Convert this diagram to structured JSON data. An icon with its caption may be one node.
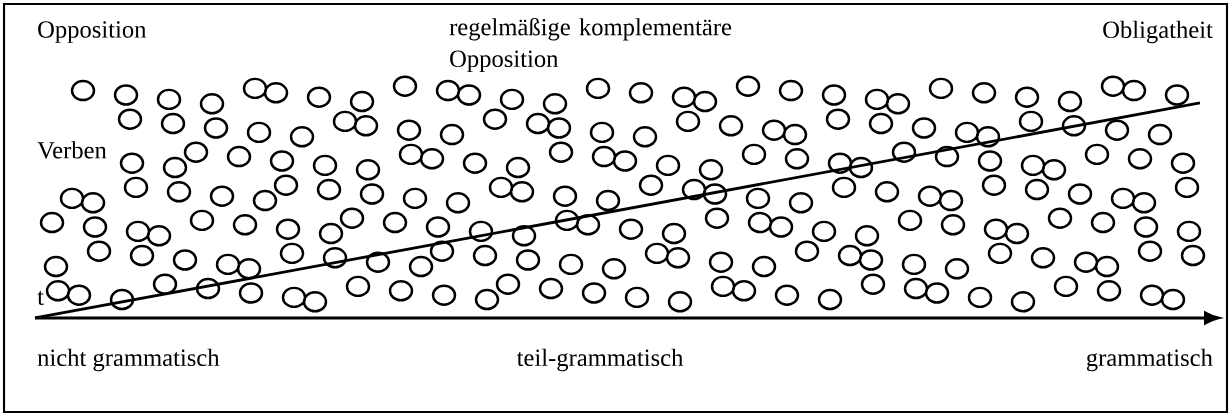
{
  "diagram": {
    "labels": [
      "Opposition",
      "regelmäßige komplementäre Opposition",
      "Obligatheit",
      "Verben",
      "t",
      "nicht grammatisch",
      "teil-grammatisch",
      "grammatisch"
    ]
  }
}
